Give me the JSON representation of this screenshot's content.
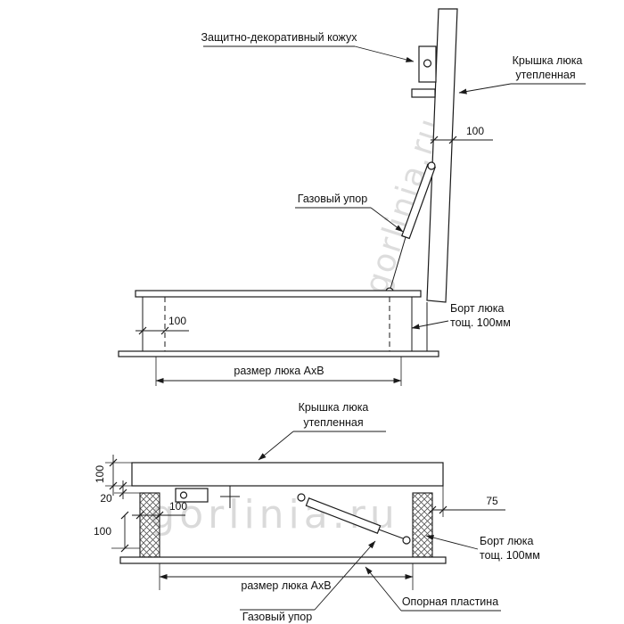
{
  "watermark": "gorlinia.ru",
  "open_view": {
    "label_casing": "Защитно-декоративный кожух",
    "label_cover_1": "Крышка люка",
    "label_cover_2": "утепленная",
    "label_gas_strut": "Газовый упор",
    "label_board_1": "Борт люка",
    "label_board_2": "тощ. 100мм",
    "dim_cover_thickness": "100",
    "dim_board_width": "100",
    "dim_size": "размер люка АхВ"
  },
  "closed_view": {
    "label_cover_1": "Крышка люка",
    "label_cover_2": "утепленная",
    "label_board_1": "Борт люка",
    "label_board_2": "тощ. 100мм",
    "label_support_plate": "Опорная пластина",
    "label_gas_strut": "Газовый упор",
    "dim_cover_thickness": "100",
    "dim_gap": "20",
    "dim_board_width": "100",
    "dim_depth": "100",
    "dim_overhang": "75",
    "dim_size": "размер люка АхВ"
  }
}
